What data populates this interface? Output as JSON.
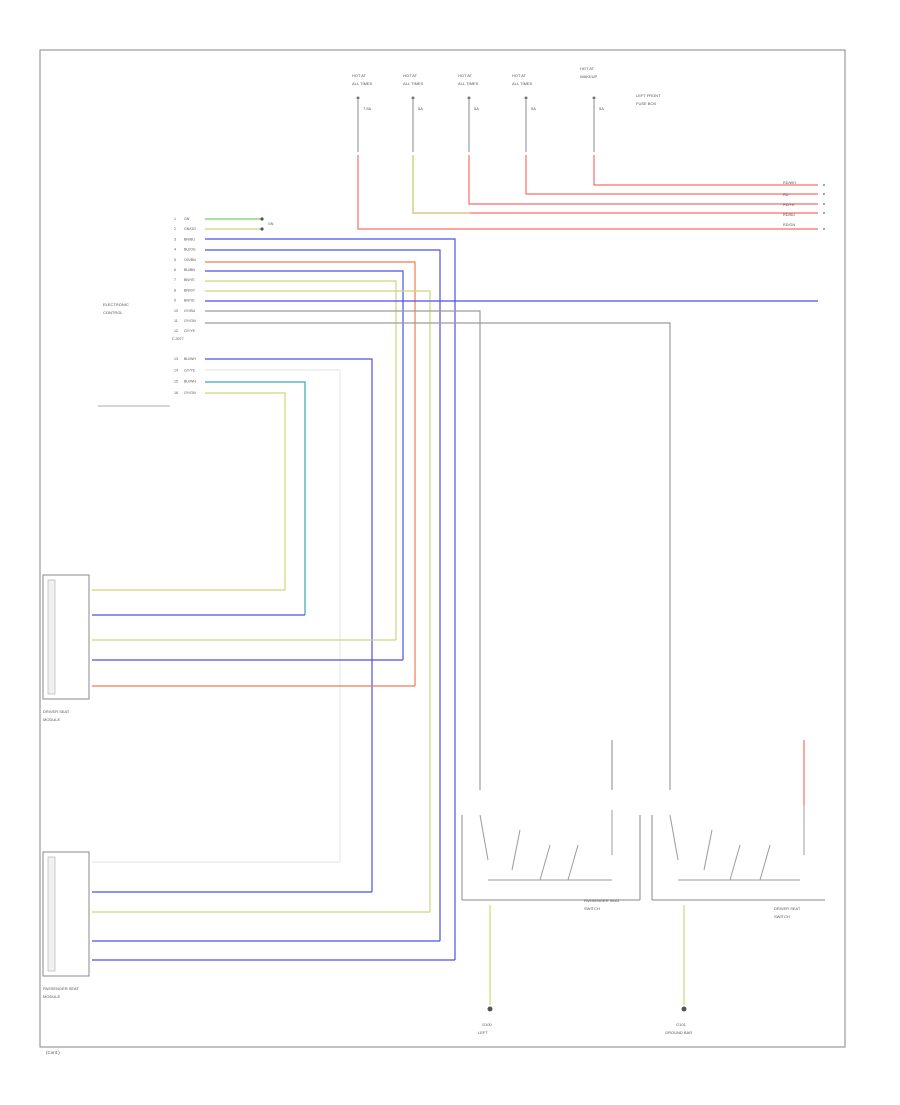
{
  "fuses": [
    {
      "label1": "HOT AT",
      "label2": "ALL TIMES",
      "amps": "7.5A"
    },
    {
      "label1": "HOT AT",
      "label2": "ALL TIMES",
      "amps": "5A"
    },
    {
      "label1": "HOT AT",
      "label2": "ALL TIMES",
      "amps": "5A"
    },
    {
      "label1": "HOT AT",
      "label2": "ALL TIMES",
      "amps": "5A"
    },
    {
      "label1": "HOT AT",
      "label2": "WAKEUP",
      "amps": "5A"
    }
  ],
  "fuse_box_label": [
    "LEFT FRONT",
    "FUSE BOX"
  ],
  "module_labels": {
    "electronic_control": [
      "ELECTRONIC",
      "CONTROL"
    ],
    "cv_tag": "C-0077",
    "driver_seat": [
      "DRIVER SEAT",
      "MODULE"
    ],
    "passenger_seat": [
      "PASSENGER SEAT",
      "MODULE"
    ],
    "passenger_switch": [
      "PASSENGER SEAT",
      "SWITCH"
    ],
    "driver_switch": [
      "DRIVER SEAT",
      "SWITCH"
    ]
  },
  "connector_top": [
    {
      "pin": "1",
      "wire": "GN"
    },
    {
      "pin": "2",
      "wire": "GN/OG"
    },
    {
      "pin": "3",
      "wire": "BN/BU"
    },
    {
      "pin": "4",
      "wire": "BU/OG"
    },
    {
      "pin": "5",
      "wire": "OG/BN"
    },
    {
      "pin": "6",
      "wire": "BU/BN"
    },
    {
      "pin": "7",
      "wire": "BN/YE"
    },
    {
      "pin": "8",
      "wire": "BN/GY"
    },
    {
      "pin": "9",
      "wire": "BN/YE"
    },
    {
      "pin": "10",
      "wire": "GY/BU"
    },
    {
      "pin": "11",
      "wire": "GY/GN"
    },
    {
      "pin": "12",
      "wire": "GY/YE"
    }
  ],
  "connector_mid": [
    {
      "pin": "13",
      "wire": "BU/WH"
    },
    {
      "pin": "14",
      "wire": "GY/YE"
    },
    {
      "pin": "15",
      "wire": "BU/WH"
    },
    {
      "pin": "16",
      "wire": "GY/GN"
    }
  ],
  "right_wire_tags": [
    "RD/WH",
    "RD",
    "RD/YE",
    "RD/BU",
    "RD/GN"
  ],
  "ground_labels": [
    {
      "id": "G100",
      "sub": "LEFT"
    },
    {
      "id": "G101",
      "sub": "GROUND BAR"
    }
  ],
  "page_ref": "(Cont.)",
  "colors": {
    "red": "#ff6a6a",
    "yellow": "#cfd47a",
    "blue": "#4a52e6",
    "orange": "#f07b50",
    "green": "#6dd06d",
    "teal": "#3aa7b0",
    "gray": "#9c9c9c"
  }
}
